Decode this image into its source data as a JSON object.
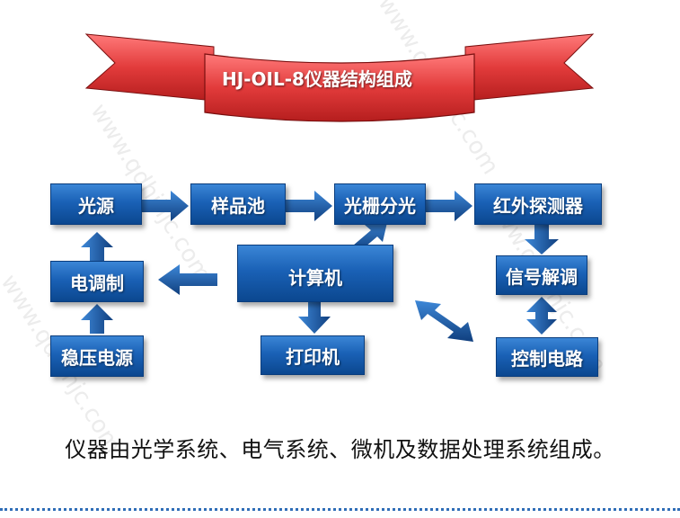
{
  "title": "HJ-OIL-8仪器结构组成",
  "blocks": {
    "light_source": "光源",
    "sample_cell": "样品池",
    "grating": "光栅分光",
    "ir_detector": "红外探测器",
    "modulation": "电调制",
    "computer": "计算机",
    "signal_demod": "信号解调",
    "regulated_power": "稳压电源",
    "printer": "打印机",
    "control_circuit": "控制电路"
  },
  "caption": "仪器由光学系统、电气系统、微机及数据处理系统组成。",
  "watermark": "www.qdhjhjc.com",
  "colors": {
    "box_blue": "#1a61b6",
    "arrow_blue": "#1f5fb0",
    "banner_red": "#e23b3b",
    "dotted_line": "#2f6db7"
  }
}
